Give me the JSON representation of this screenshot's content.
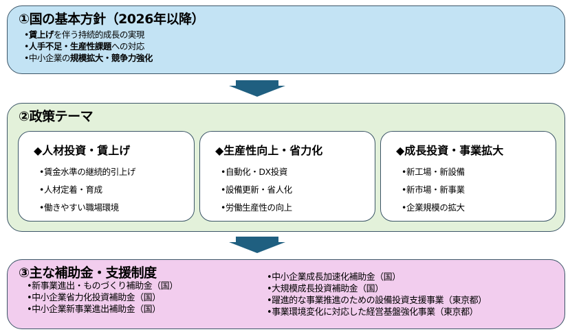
{
  "section1": {
    "title": "①国の基本方針（2026年以降）",
    "items": [
      [
        {
          "t": "•",
          "b": false
        },
        {
          "t": "賃上げ",
          "b": true
        },
        {
          "t": "を伴う持続的成長の実現",
          "b": false
        }
      ],
      [
        {
          "t": "•",
          "b": false
        },
        {
          "t": "人手不足・生産性課題",
          "b": true
        },
        {
          "t": "への対応",
          "b": false
        }
      ],
      [
        {
          "t": "•中小企業の",
          "b": false
        },
        {
          "t": "規模拡大・競争力強化",
          "b": true
        }
      ]
    ]
  },
  "section2": {
    "title": "②政策テーマ",
    "cards": [
      {
        "title": "◆人材投資・賃上げ",
        "items": [
          "•賃金水準の継続的引上げ",
          "•人材定着・育成",
          "•働きやすい職場環境"
        ]
      },
      {
        "title": "◆生産性向上・省力化",
        "items": [
          "•自動化・DX投資",
          "•設備更新・省人化",
          "•労働生産性の向上"
        ]
      },
      {
        "title": "◆成長投資・事業拡大",
        "items": [
          "•新工場・新設備",
          "•新市場・新事業",
          "•企業規模の拡大"
        ]
      }
    ]
  },
  "section3": {
    "title": "③主な補助金・支援制度",
    "left": [
      "•新事業進出・ものづくり補助金（国）",
      "•中小企業省力化投資補助金（国）",
      "•中小企業新事業進出補助金（国）"
    ],
    "right": [
      "•中小企業成長加速化補助金（国）",
      "•大規模成長投資補助金（国）",
      "•躍進的な事業推進のための設備投資支援事業（東京都）",
      "•事業環境変化に対応した経営基盤強化事業（東京都）"
    ]
  },
  "colors": {
    "box1": "#c3e3f4",
    "box2": "#e3f1da",
    "box3": "#f2cdee",
    "arrow": "#1f5f80"
  }
}
